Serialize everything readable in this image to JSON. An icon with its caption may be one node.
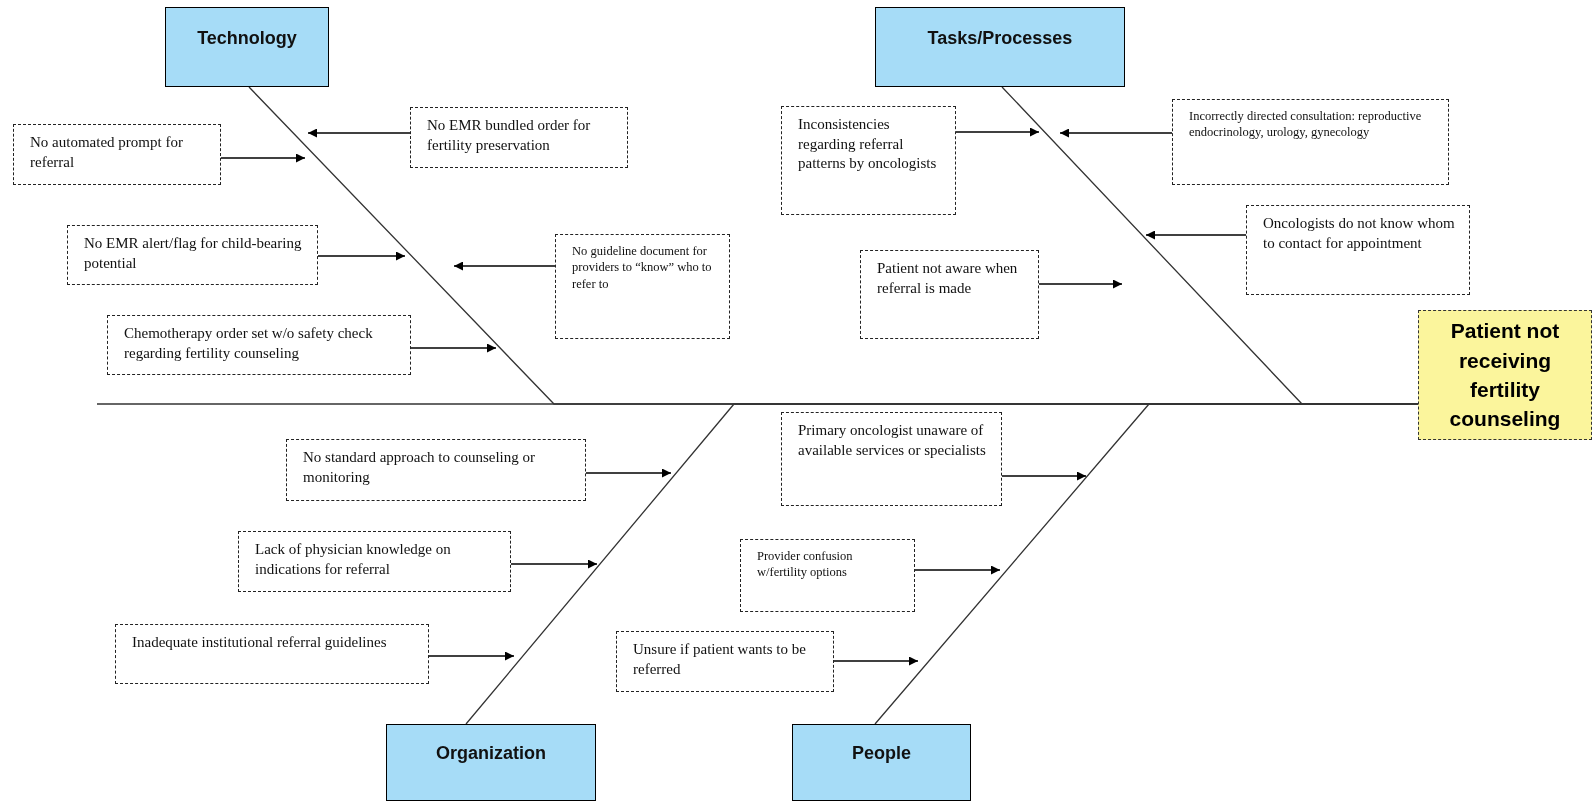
{
  "diagram": {
    "nodes": [
      {
        "text": [
          "Technology"
        ]
      },
      {
        "text": [
          "Tasks/Processes"
        ]
      },
      {
        "text": [
          "No EMR bundled order for fertility preservation"
        ]
      },
      {
        "text": [
          "No automated prompt for referral"
        ]
      },
      {
        "text": [
          "Inconsistencies regarding referral patterns by oncologists"
        ]
      },
      {
        "text": [
          "Incorrectly directed consultation: reproductive endocrinology, urology, gynecology"
        ]
      },
      {
        "text": [
          "Oncologists do not know whom to contact for appointment"
        ]
      },
      {
        "text": [
          "No EMR alert/flag for child-bearing potential"
        ]
      },
      {
        "text": [
          "No guideline document for providers to “know” who to refer to"
        ]
      },
      {
        "text": [
          "Patient not aware when referral is made"
        ]
      },
      {
        "text": [
          "Chemotherapy order set w/o safety check regarding fertility counseling"
        ]
      },
      {
        "text": [
          "Patient not receiving fertility counseling"
        ]
      },
      {
        "text": [
          "No standard approach to counseling or monitoring"
        ]
      },
      {
        "text": [
          "Primary oncologist unaware of available services or specialists"
        ]
      },
      {
        "text": [
          "Lack of physician knowledge on indications for referral"
        ]
      },
      {
        "text": [
          "Provider confusion w/fertility options"
        ]
      },
      {
        "text": [
          "Inadequate institutional referral guidelines"
        ]
      },
      {
        "text": [
          "Unsure if patient wants to be referred"
        ]
      },
      {
        "text": [
          "Organization"
        ]
      },
      {
        "text": [
          "People"
        ]
      }
    ],
    "edges": [
      {
        "from": null,
        "to": 11,
        "arrow": "none"
      },
      {
        "from": 0,
        "to": 11,
        "arrow": "none"
      },
      {
        "from": 1,
        "to": 11,
        "arrow": "none"
      },
      {
        "from": 18,
        "to": 11,
        "arrow": "none"
      },
      {
        "from": 19,
        "to": 11,
        "arrow": "none"
      },
      {
        "from": 2,
        "to": null,
        "arrow": "to"
      },
      {
        "from": 3,
        "to": null,
        "arrow": "to"
      },
      {
        "from": 4,
        "to": null,
        "arrow": "to"
      },
      {
        "from": 5,
        "to": null,
        "arrow": "to"
      },
      {
        "from": 6,
        "to": null,
        "arrow": "to"
      },
      {
        "from": 7,
        "to": null,
        "arrow": "to"
      },
      {
        "from": 8,
        "to": null,
        "arrow": "to"
      },
      {
        "from": 9,
        "to": null,
        "arrow": "to"
      },
      {
        "from": 10,
        "to": null,
        "arrow": "to"
      },
      {
        "from": 12,
        "to": null,
        "arrow": "to"
      },
      {
        "from": 13,
        "to": null,
        "arrow": "to"
      },
      {
        "from": 14,
        "to": null,
        "arrow": "to"
      },
      {
        "from": 15,
        "to": null,
        "arrow": "to"
      },
      {
        "from": 16,
        "to": null,
        "arrow": "to"
      },
      {
        "from": 17,
        "to": null,
        "arrow": "to"
      }
    ]
  }
}
